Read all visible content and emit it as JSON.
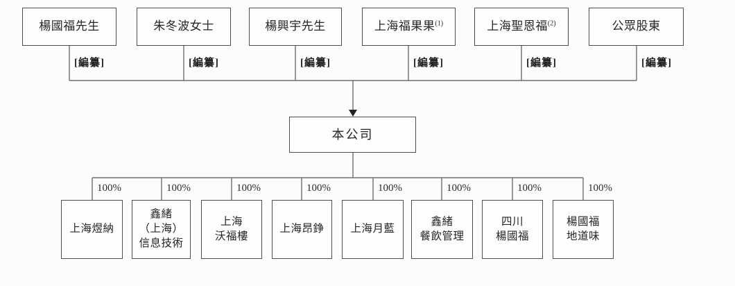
{
  "figure": {
    "type": "org-structure-diagram",
    "background_color": "#fcfcfc",
    "line_color": "#6e6e6e",
    "border_color": "#4d4d4d",
    "text_color": "#262626"
  },
  "company": {
    "label": "本公司"
  },
  "shareholders": [
    {
      "label": "楊國福先生",
      "stake": "[編纂]"
    },
    {
      "label": "朱冬波女士",
      "stake": "[編纂]"
    },
    {
      "label": "楊興宇先生",
      "stake": "[編纂]"
    },
    {
      "label": "上海福果果",
      "note": "(1)",
      "stake": "[編纂]"
    },
    {
      "label": "上海聖恩福",
      "note": "(2)",
      "stake": "[編纂]"
    },
    {
      "label": "公眾股東",
      "stake": "[編纂]"
    }
  ],
  "subsidiaries": [
    {
      "lines": [
        "上海煜納"
      ],
      "ownership": "100%"
    },
    {
      "lines": [
        "鑫緒",
        "（上海）",
        "信息技術"
      ],
      "ownership": "100%"
    },
    {
      "lines": [
        "上海",
        "沃福樓"
      ],
      "ownership": "100%"
    },
    {
      "lines": [
        "上海昂錚"
      ],
      "ownership": "100%"
    },
    {
      "lines": [
        "上海月藍"
      ],
      "ownership": "100%"
    },
    {
      "lines": [
        "鑫緒",
        "餐飲管理"
      ],
      "ownership": "100%"
    },
    {
      "lines": [
        "四川",
        "楊國福"
      ],
      "ownership": "100%"
    },
    {
      "lines": [
        "楊國福",
        "地道味"
      ],
      "ownership": "100%"
    }
  ]
}
